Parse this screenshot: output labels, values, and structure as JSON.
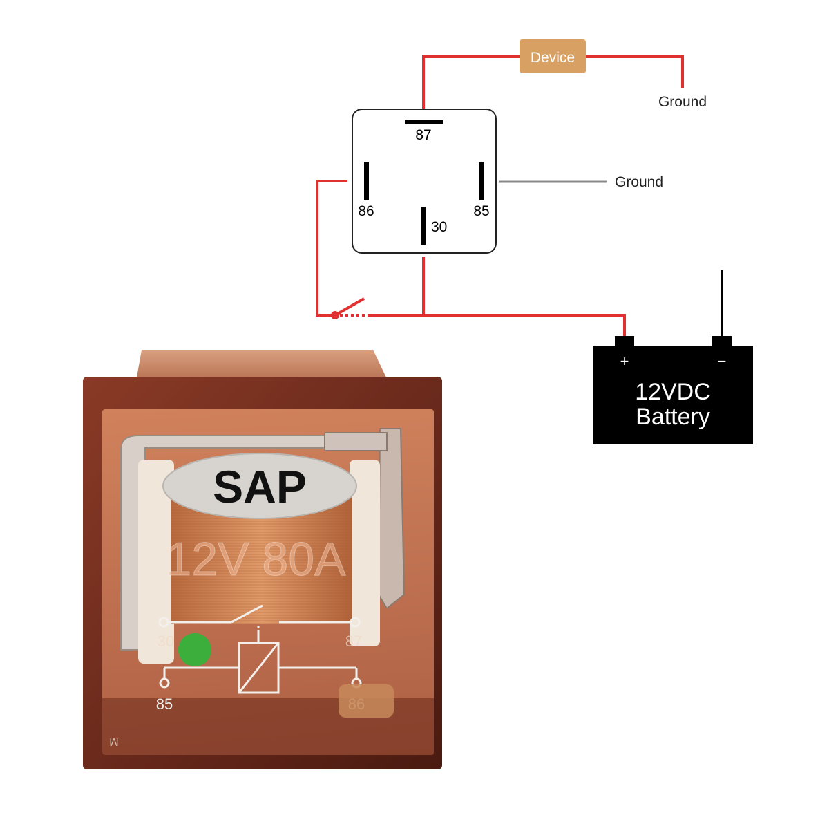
{
  "diagram": {
    "device_label": "Device",
    "ground_top_label": "Ground",
    "ground_mid_label": "Ground",
    "relay_pins": {
      "p87": "87",
      "p86": "86",
      "p85": "85",
      "p30": "30"
    },
    "battery": {
      "plus": "+",
      "minus": "−",
      "line1": "12VDC",
      "line2": "Battery"
    }
  },
  "relay_photo": {
    "brand": "SAP",
    "rating": "12V 80A",
    "pins": {
      "p30": "30",
      "p87": "87",
      "p85": "85",
      "p86": "86"
    },
    "corner_mark": "M"
  },
  "colors": {
    "wire_red": "#e03030",
    "wire_gray": "#8a8a8a",
    "device_fill": "#d9a063",
    "battery_fill": "#000000",
    "relay_body": "#6b2a1c",
    "coil_copper": "#c8784a"
  }
}
